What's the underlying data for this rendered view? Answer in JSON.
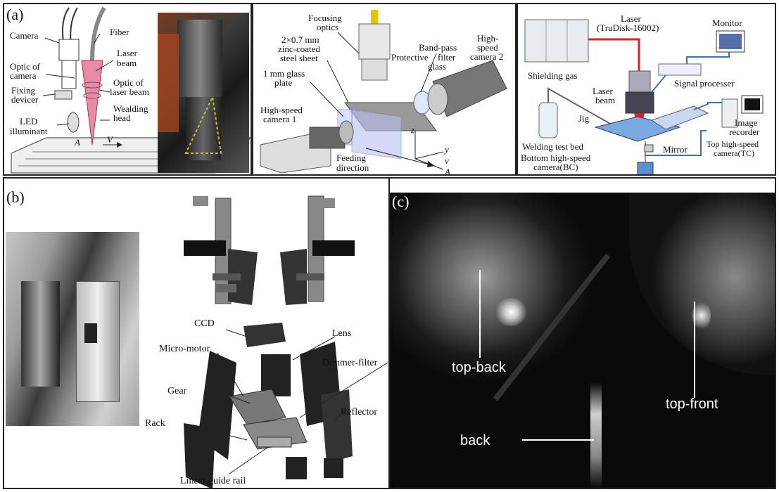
{
  "panel_a": {
    "label": "(a)",
    "left": {
      "camera": "Camera",
      "fiber": "Fiber",
      "laser_beam_1": "Laser",
      "laser_beam_2": "beam",
      "optic_camera_1": "Optic of",
      "optic_camera_2": "camera",
      "optic_laser_1": "Optic of",
      "optic_laser_2": "laser beam",
      "fixing_1": "Fixing",
      "fixing_2": "devicer",
      "welding_head_1": "Wealding",
      "welding_head_2": "head",
      "led_1": "LED",
      "led_2": "illuminant",
      "axis_a": "A",
      "axis_v": "V"
    },
    "middle": {
      "focusing_1": "Focusing",
      "focusing_2": "optics",
      "sheet_1": "2×0.7 mm",
      "sheet_2": "zinc-coated",
      "sheet_3": "steel sheet",
      "glass_1": "1 mm glass",
      "glass_2": "plate",
      "bandpass_1": "Band-pass",
      "bandpass_2": "filter",
      "bandpass_3": "glass",
      "protective": "Protective",
      "hs2_1": "High-",
      "hs2_2": "speed",
      "hs2_3": "camera 2",
      "hs1_1": "High-speed",
      "hs1_2": "camera 1",
      "feeding_1": "Feeding",
      "feeding_2": "direction",
      "axis_z": "z",
      "axis_y": "y",
      "axis_v": "v",
      "axis_a": "A"
    },
    "right": {
      "laser_1": "Laser",
      "laser_2": "(TruDisk-16002)",
      "monitor": "Monitor",
      "shielding": "Shielding gas",
      "signal": "Signal processer",
      "laser_beam_1": "Laser",
      "laser_beam_2": "beam",
      "jig": "Jig",
      "image_1": "Image",
      "image_2": "recorder",
      "test_bed": "Welding test bed",
      "mirror": "Mirror",
      "top_cam_1": "Top high-speed",
      "top_cam_2": "camera(TC)",
      "bottom_1": "Bottom high-speed",
      "bottom_2": "camera(BC)"
    }
  },
  "panel_b": {
    "label": "(b)",
    "ccd": "CCD",
    "lens": "Lens",
    "micromotor": "Micro-motor",
    "dimmer": "Dimmer-filter",
    "gear": "Gear",
    "rack": "Rack",
    "reflector": "Reflector",
    "rail": "Linear guide rail"
  },
  "panel_c": {
    "label": "(c)",
    "top_back": "top-back",
    "top_front": "top-front",
    "back": "back"
  }
}
